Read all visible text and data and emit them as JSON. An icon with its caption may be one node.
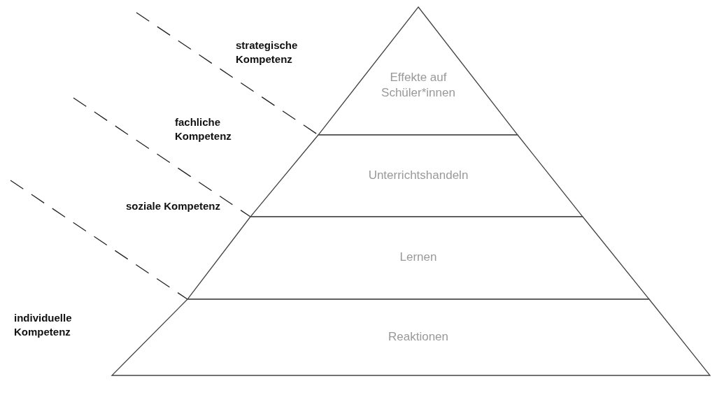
{
  "diagram": {
    "nodes": [
      {
        "text": [
          "Effekte auf Schüler*innen"
        ]
      },
      {
        "text": [
          "Unterrichtshandeln"
        ]
      },
      {
        "text": [
          "Lernen"
        ]
      },
      {
        "text": [
          "Reaktionen"
        ]
      }
    ],
    "labels": [
      "strategische Kompetenz",
      "fachliche Kompetenz",
      "soziale Kompetenz",
      "individuelle Kompetenz"
    ]
  }
}
